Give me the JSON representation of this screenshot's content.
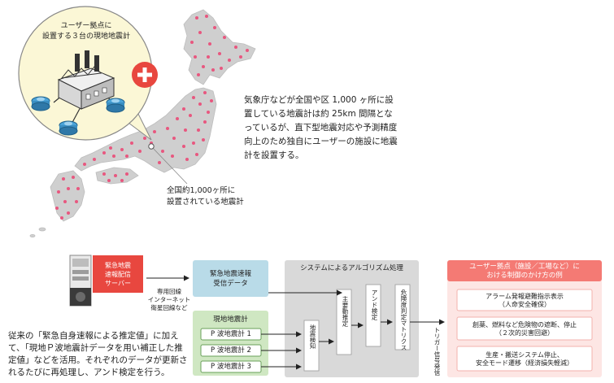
{
  "map": {
    "callout_line1": "ユーザー拠点に",
    "callout_line2": "設置する３台の現地地震計",
    "plus_symbol": "+",
    "description": "気象庁などが全国や区 1,000 ヶ所に設置している地震計は約 25km 間隔となっているが、直下型地震対応や予測精度向上のため独自にユーザーの施設に地震計を設置する。",
    "nationwide_line1": "全国約1,000ヶ所に",
    "nationwide_line2": "設置されている地震計"
  },
  "flow": {
    "server": {
      "line1": "緊急地震",
      "line2": "速報配信",
      "line3": "サーバー"
    },
    "network": {
      "line1": "専用回線",
      "line2": "インターネット",
      "line3": "衛星回線など"
    },
    "receive": {
      "line1": "緊急地震速報",
      "line2": "受信データ"
    },
    "local": {
      "title": "現地地震計",
      "sensors": [
        "P 波地震計 1",
        "P 波地震計 2",
        "P 波地震計 3"
      ]
    },
    "system": {
      "title": "システムによるアルゴリズム処理",
      "detect": "地震検知",
      "estimate": "主要動推定",
      "and_check": "アンド検定",
      "matrix": "危険度判定マトリクス"
    },
    "trigger": "トリガー信号発信",
    "control": {
      "title_line1": "ユーザー拠点（施設／工場など）に",
      "title_line2": "おける制御のかけ方の例",
      "items": [
        {
          "line1": "アラーム発報避難指示表示",
          "line2": "（人命安全確保）"
        },
        {
          "line1": "創薬、燃料など危険物の遮断、停止",
          "line2": "（２次的災害回避）"
        },
        {
          "line1": "生産・搬送システム停止、",
          "line2": "安全モード遷移（経済損失軽減）"
        }
      ]
    },
    "bottom_note": "従来の「緊急自身速報による推定値」に加えて、「現地Ｐ波地震計データを用い補正した推定値」などを活用。それぞれのデータが更新されるたびに再処理し、アンド検定を行う。"
  },
  "colors": {
    "accent_red": "#e8473f",
    "pink_panel": "#f47a74",
    "pink_light": "#fde6e4",
    "blue_box": "#b9dbe8",
    "green_box": "#cfe7c2",
    "gray_panel": "#d9d9d9",
    "map_gray": "#cfcfcf",
    "dot_pink": "#e8577f"
  }
}
